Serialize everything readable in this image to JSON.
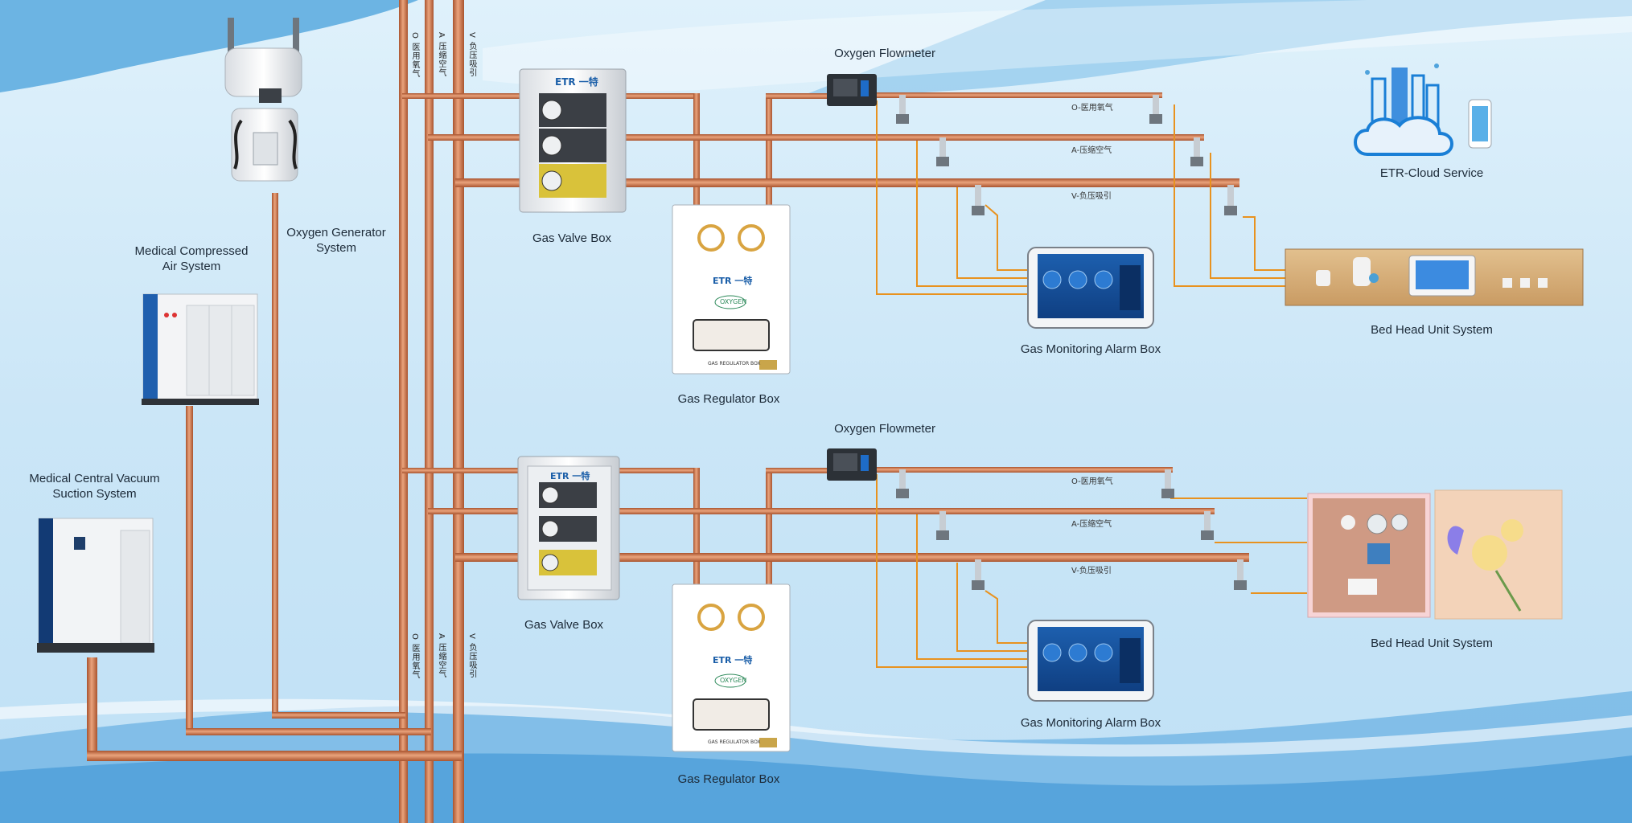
{
  "labels": {
    "oxygen_generator": "Oxygen Generator System",
    "medical_air": "Medical Compressed Air System",
    "vacuum": "Medical Central Vacuum Suction System",
    "gas_valve_box": "Gas Valve Box",
    "gas_regulator_box": "Gas Regulator Box",
    "oxygen_flowmeter": "Oxygen Flowmeter",
    "gas_monitoring": "Gas Monitoring Alarm Box",
    "bed_head": "Bed Head Unit System",
    "cloud": "ETR-Cloud Service"
  },
  "pipe_labels": {
    "o": "O-医用氧气",
    "a": "A-压缩空气",
    "v": "V-负压吸引"
  },
  "vertical_labels": {
    "o": "O 医用氧气",
    "a": "A 压缩空气",
    "v": "V 负压吸引"
  },
  "device_text": {
    "brand": "ETR 一特",
    "oxygen": "OXYGEN",
    "regulator_caption": "GAS REGULATOR BOX"
  },
  "colors": {
    "copper": "#c8734a",
    "copper_light": "#e7a47e",
    "signal_wire": "#e8921f",
    "background_top": "#cfe9f8",
    "background_wave": "#4fa3dc"
  }
}
